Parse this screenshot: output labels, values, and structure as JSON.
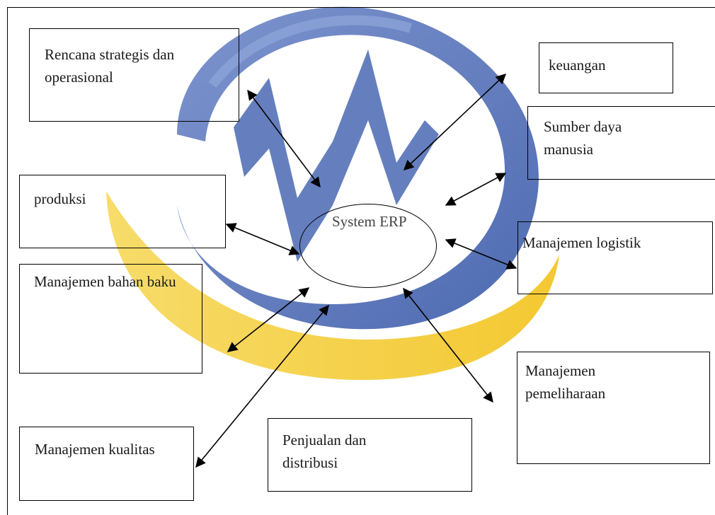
{
  "diagram": {
    "center": "System ERP",
    "modules": [
      "Rencana strategis dan operasional",
      "keuangan",
      "Sumber daya manusia",
      "produksi",
      "Manajemen logistik",
      "Manajemen bahan baku",
      "Manajemen pemeliharaan",
      "Manajemen kualitas",
      "Penjualan dan distribusi"
    ]
  },
  "colors": {
    "watermark_blue": "#3a5aa8",
    "watermark_yellow": "#f2c21a",
    "line": "#000000",
    "text": "#1a1a1a"
  }
}
